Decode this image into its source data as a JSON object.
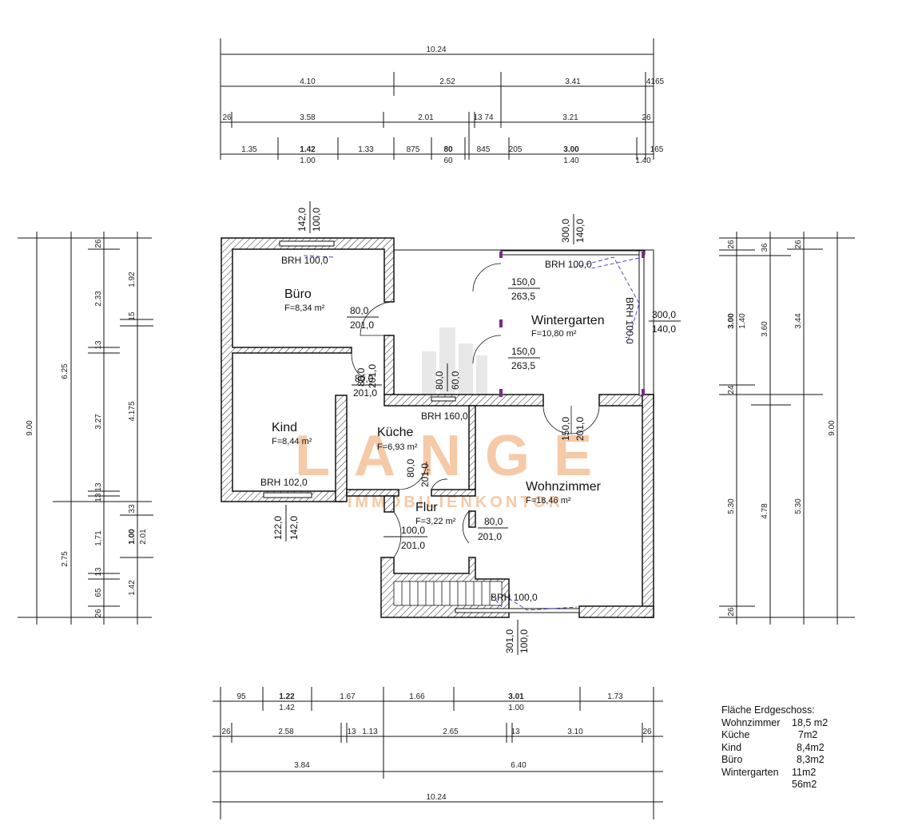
{
  "top_dims": {
    "total": "10.24",
    "row1": [
      "4.10",
      "2.52",
      "3.41",
      "4165"
    ],
    "row2": [
      "26",
      "3.58",
      "2.01",
      "13",
      "74",
      "3.21",
      "26"
    ],
    "row3_top": [
      "1.35",
      "1.42",
      "1.33",
      "875",
      "80",
      "845",
      "205",
      "3.00",
      "165"
    ],
    "row3_bottom": [
      "1.00",
      "60",
      "1.40",
      "1.40"
    ]
  },
  "bottom_dims": {
    "row1_top": [
      "95",
      "1.22",
      "1.67",
      "1.66",
      "3.01",
      "1.73"
    ],
    "row1_bottom": [
      "1.42",
      "1.00"
    ],
    "row2": [
      "26",
      "2.58",
      "13",
      "1.13",
      "2.65",
      "13",
      "3.10",
      "26"
    ],
    "row3": [
      "3.84",
      "6.40"
    ],
    "total": "10.24"
  },
  "left_dims": {
    "total": "9.00",
    "outer": [
      "6.25",
      "2.75"
    ],
    "mid": [
      "26",
      "2.33",
      "13",
      "3.27",
      "13",
      "13",
      "1.71",
      "13",
      "65",
      "26"
    ],
    "inner": [
      "1.92",
      "15",
      "4.175",
      "33",
      "1.00",
      "2.01",
      "1.42"
    ]
  },
  "right_dims": {
    "total": "9.00",
    "a": [
      "26",
      "3.00",
      "1.40",
      "24",
      "5.30",
      "26"
    ],
    "b": [
      "36",
      "3.60",
      "4.78"
    ],
    "c": [
      "26",
      "3.44",
      "5.30"
    ]
  },
  "rooms": [
    {
      "name": "Büro",
      "area": "F=8,34 m²"
    },
    {
      "name": "Wintergarten",
      "area": "F=10,80 m²"
    },
    {
      "name": "Kind",
      "area": "F=8,44 m²"
    },
    {
      "name": "Küche",
      "area": "F=6,93 m²"
    },
    {
      "name": "Wohnzimmer",
      "area": "F=18,46 m²"
    },
    {
      "name": "Flur",
      "area": "F=3,22 m²"
    }
  ],
  "openings": {
    "buero_window": [
      "142,0",
      "100,0"
    ],
    "buero_brh": "BRH 100,0",
    "winter_window": [
      "300,0",
      "140,0"
    ],
    "winter_brh": "BRH 100,0",
    "winter_side_window": [
      "300,0",
      "140,0"
    ],
    "winter_side_brh": "BRH 100,0",
    "winter_door1": [
      "150,0",
      "263,5"
    ],
    "winter_door2": [
      "150,0",
      "263,5"
    ],
    "buero_door": [
      "80,0",
      "201,0"
    ],
    "kind_door": [
      "80,0",
      "201,0"
    ],
    "kind_door_vertical": [
      "80,0",
      "201,0"
    ],
    "kueche_window": [
      "80,0",
      "60,0"
    ],
    "kueche_brh": "BRH 160,0",
    "wohn_door": [
      "150,0",
      "201,0"
    ],
    "kind_window": [
      "122,0",
      "142,0"
    ],
    "kind_brh": "BRH 102,0",
    "kueche_door": [
      "80,0",
      "201,0"
    ],
    "flur_door1": [
      "100,0",
      "201,0"
    ],
    "flur_door2": [
      "80,0",
      "201,0"
    ],
    "wohn_window": [
      "301,0",
      "100,0"
    ],
    "wohn_brh": "BRH 100,0"
  },
  "watermark": {
    "word": "LANGE",
    "sub": "IMMOBILIENKONTOR"
  },
  "summary": {
    "title": "Fläche Erdgeschoss:",
    "rows": [
      {
        "label": "Wohnzimmer",
        "value": "18,5 m2"
      },
      {
        "label": "Küche",
        "value": "7m2"
      },
      {
        "label": "Kind",
        "value": "8,4m2"
      },
      {
        "label": "Büro",
        "value": "8,3m2"
      },
      {
        "label": "Wintergarten",
        "value": "11m2"
      },
      {
        "label": "",
        "value": "56m2"
      }
    ]
  }
}
